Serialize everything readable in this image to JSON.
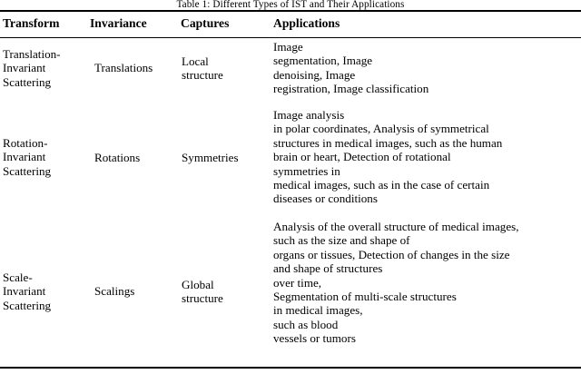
{
  "caption": "Table 1: Different Types of IST and Their Applications",
  "table": {
    "headers": {
      "transform": "Transform",
      "invariance": "Invariance",
      "captures": "Captures",
      "applications": "Applications"
    },
    "rows": [
      {
        "transform": "Translation-\nInvariant\nScattering",
        "invariance": "Translations",
        "captures": "Local\nstructure",
        "applications": "Image\nsegmentation, Image\ndenoising, Image\nregistration, Image classification"
      },
      {
        "transform": "Rotation-\nInvariant\nScattering",
        "invariance": "Rotations",
        "captures": "Symmetries",
        "applications": "Image analysis\nin polar coordinates, Analysis of symmetrical\nstructures in medical images, such as the human\nbrain or heart, Detection of rotational\nsymmetries in\nmedical images, such as in the case of certain\ndiseases or conditions"
      },
      {
        "transform": "Scale-\nInvariant\nScattering",
        "invariance": "Scalings",
        "captures": "Global\nstructure",
        "applications": "Analysis of the overall structure of medical images,\nsuch as the size and shape of\norgans or tissues, Detection of changes in the size\nand shape of structures\nover time,\nSegmentation of multi-scale structures\nin medical images,\nsuch as blood\nvessels or tumors"
      }
    ]
  },
  "colors": {
    "text": "#000000",
    "background": "#ffffff",
    "rule": "#000000"
  }
}
